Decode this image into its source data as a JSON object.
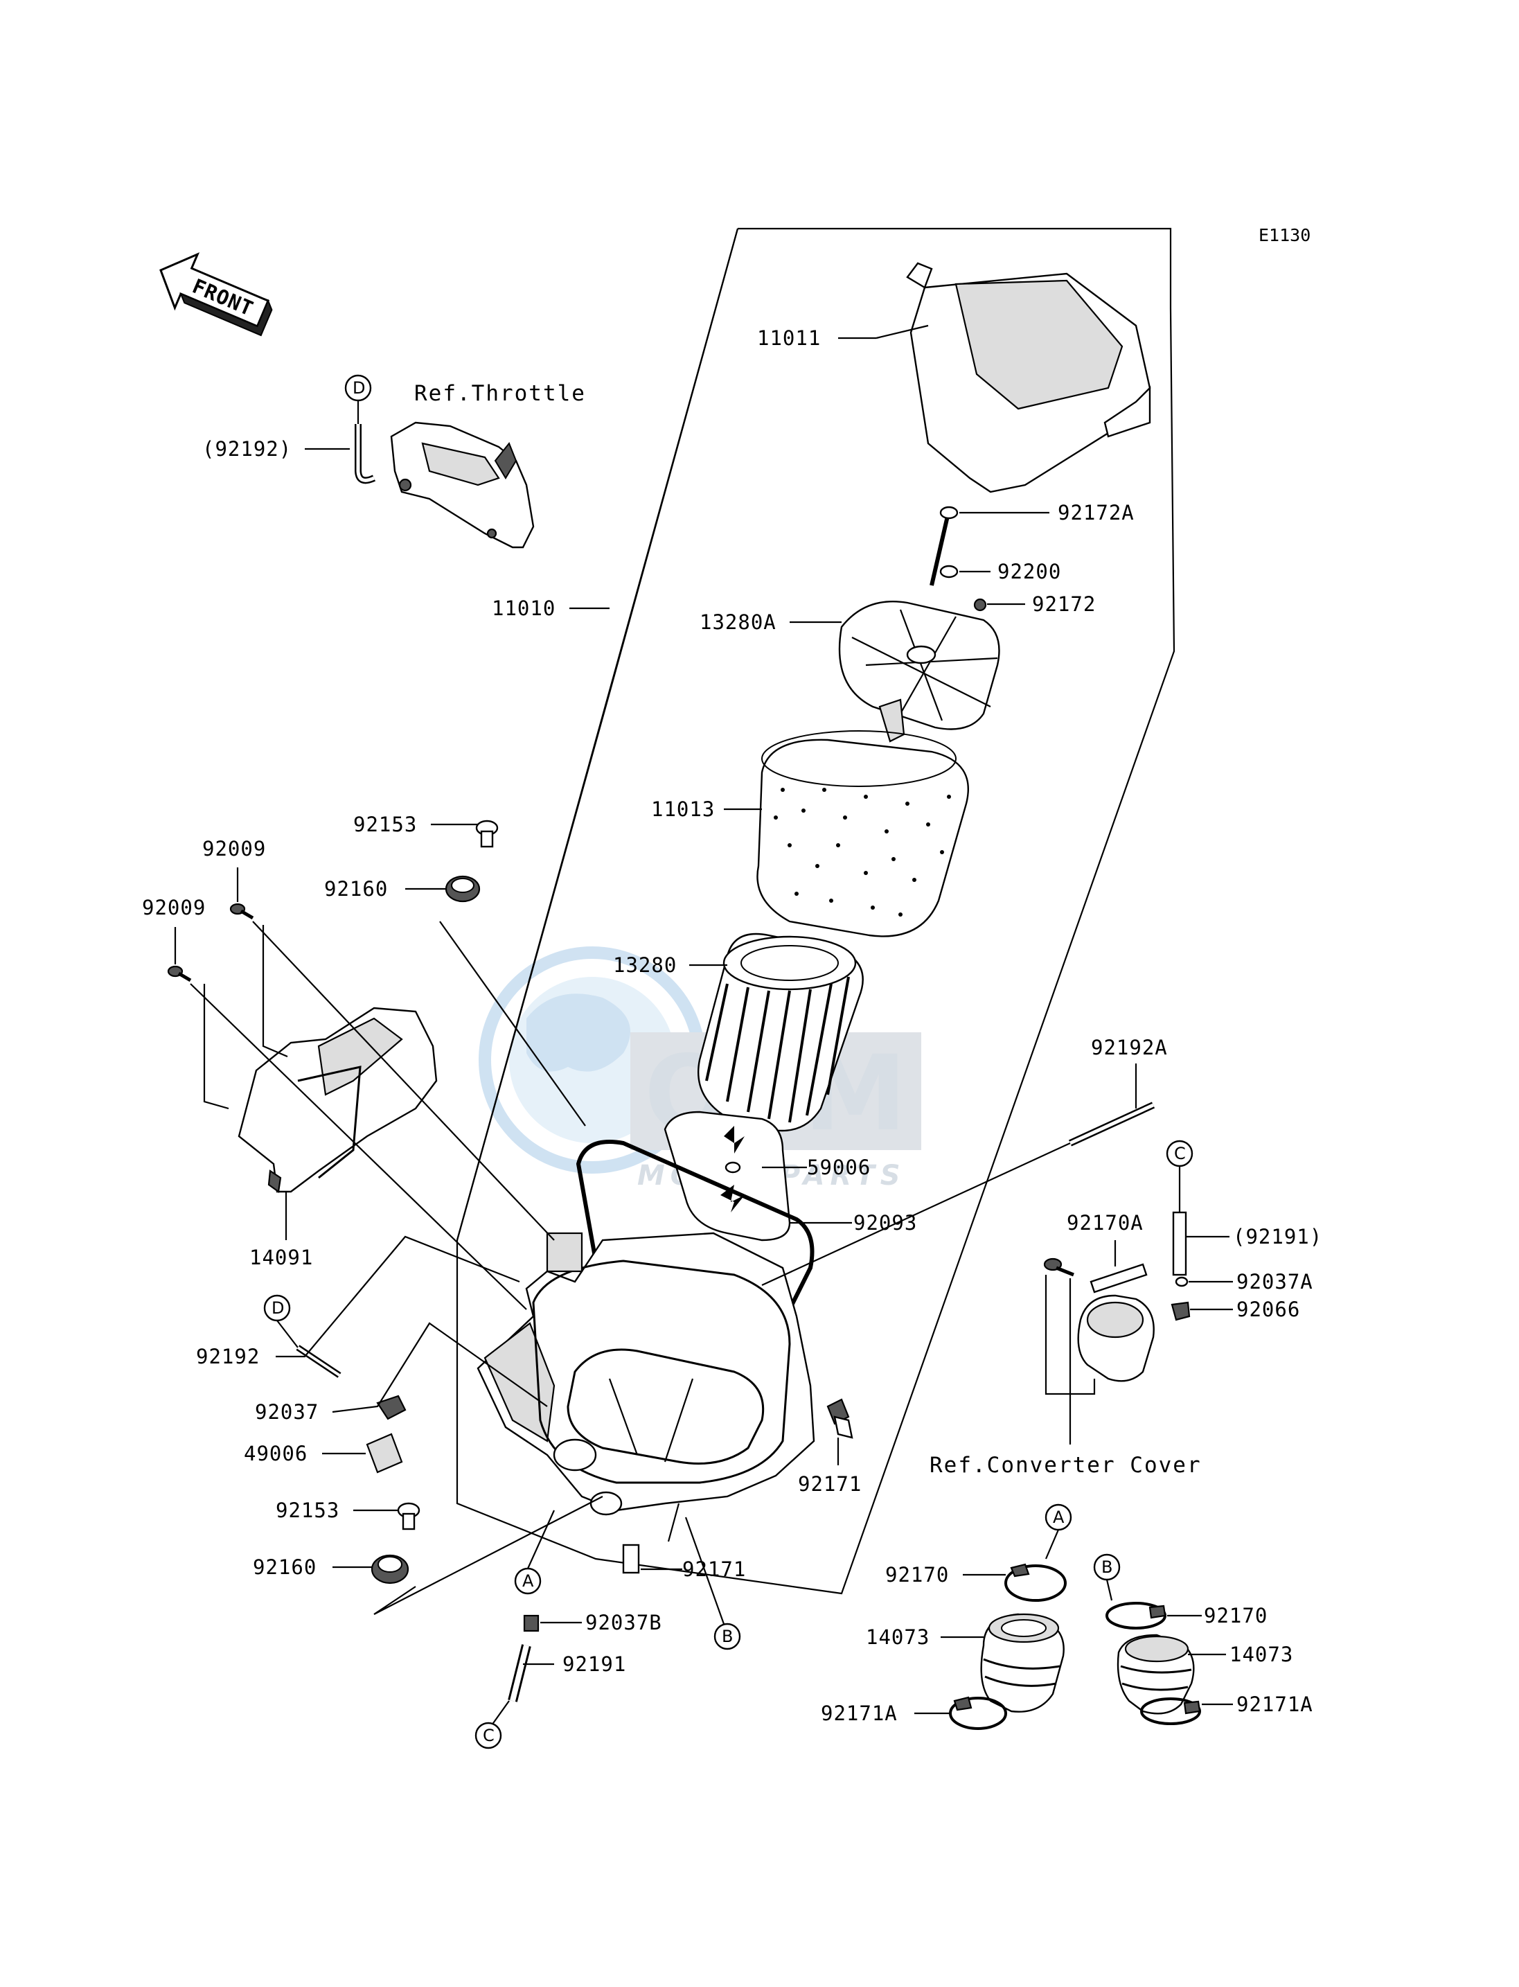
{
  "diagram_code": "E1130",
  "front_label": "FRONT",
  "watermark": {
    "brand": "OEM",
    "sub": "MOTORPARTS"
  },
  "refs": {
    "throttle": "Ref.Throttle",
    "converter": "Ref.Converter Cover"
  },
  "circle_refs": {
    "a": "A",
    "b": "B",
    "c": "C",
    "d": "D"
  },
  "parts": {
    "p11011": "11011",
    "p92172A": "92172A",
    "p92200": "92200",
    "p13280A": "13280A",
    "p92172": "92172",
    "p11010": "11010",
    "p92192_ref": "(92192)",
    "p92153_top": "92153",
    "p92009_a": "92009",
    "p92160_top": "92160",
    "p92009_b": "92009",
    "p11013": "11013",
    "p13280": "13280",
    "p92192A": "92192A",
    "p59006": "59006",
    "p92093": "92093",
    "p92170A": "92170A",
    "p92191_ref": "(92191)",
    "p14091": "14091",
    "p92037A": "92037A",
    "p92066": "92066",
    "p92192": "92192",
    "p92037": "92037",
    "p49006": "49006",
    "p92171_right": "92171",
    "p92153_bot": "92153",
    "p92171_bot": "92171",
    "p92160_bot": "92160",
    "p92170_left": "92170",
    "p92037B": "92037B",
    "p92170_right": "92170",
    "p14073_left": "14073",
    "p14073_right": "14073",
    "p92191": "92191",
    "p92171A_left": "92171A",
    "p92171A_right": "92171A"
  }
}
